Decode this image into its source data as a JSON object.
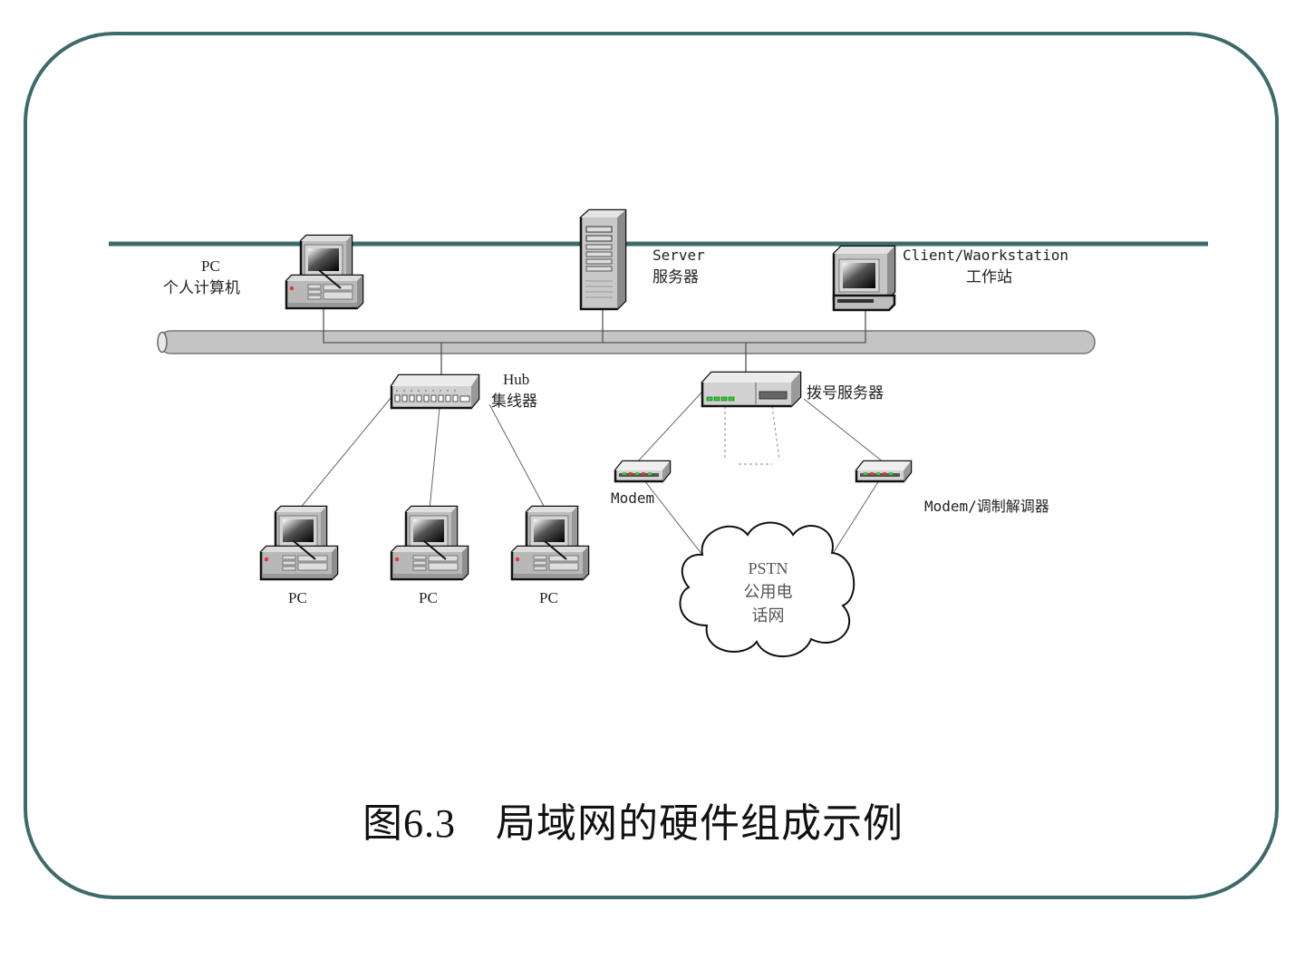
{
  "diagram": {
    "title_prefix": "图6.3",
    "title_text": "局域网的硬件组成示例",
    "colors": {
      "frame": "#3d6b6b",
      "backbone_line": "#3d6b6b",
      "bus": "#c0c0c0"
    },
    "nodes": {
      "pc_main": {
        "label_en": "PC",
        "label_zh": "个人计算机",
        "icon": "desktop-pc-icon"
      },
      "server": {
        "label_en": "Server",
        "label_zh": "服务器",
        "icon": "server-tower-icon"
      },
      "workstation": {
        "label_en": "Client/Waorkstation",
        "label_zh": "工作站",
        "icon": "workstation-icon"
      },
      "hub": {
        "label_en": "Hub",
        "label_zh": "集线器",
        "icon": "hub-icon"
      },
      "dialup_server": {
        "label_zh": "拨号服务器",
        "icon": "dialup-server-icon"
      },
      "modem_left": {
        "label": "Modem",
        "icon": "modem-icon"
      },
      "modem_right": {
        "label": "Modem/调制解调器",
        "icon": "modem-icon"
      },
      "pstn": {
        "label_en": "PSTN",
        "label_zh_1": "公用电",
        "label_zh_2": "话网",
        "icon": "cloud-icon"
      },
      "pcs": [
        {
          "label": "PC"
        },
        {
          "label": "PC"
        },
        {
          "label": "PC"
        }
      ]
    },
    "edges": [
      [
        "pc_main",
        "bus"
      ],
      [
        "server",
        "bus"
      ],
      [
        "workstation",
        "bus"
      ],
      [
        "bus",
        "hub"
      ],
      [
        "bus",
        "dialup_server"
      ],
      [
        "hub",
        "pc_1"
      ],
      [
        "hub",
        "pc_2"
      ],
      [
        "hub",
        "pc_3"
      ],
      [
        "dialup_server",
        "modem_left"
      ],
      [
        "dialup_server",
        "modem_right"
      ],
      [
        "modem_left",
        "pstn"
      ],
      [
        "modem_right",
        "pstn"
      ]
    ]
  }
}
